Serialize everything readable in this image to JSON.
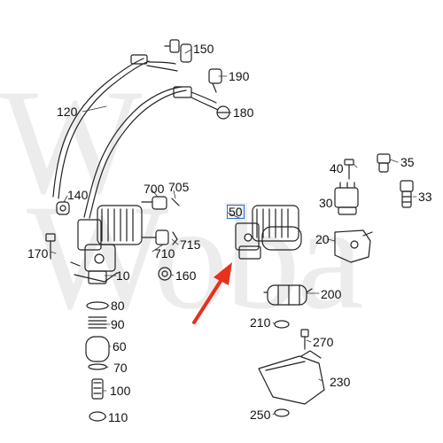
{
  "watermark": {
    "line1": "W",
    "line2": "Woba"
  },
  "highlight_color": "#2a6fd6",
  "arrow_color": "#e8301c",
  "labels": {
    "p150": "150",
    "p190": "190",
    "p180": "180",
    "p120": "120",
    "p40": "40",
    "p35": "35",
    "p30": "30",
    "p33": "33",
    "p140": "140",
    "p700": "700",
    "p705": "705",
    "p50": "50",
    "p715": "715",
    "p170": "170",
    "p710": "710",
    "p20": "20",
    "p10": "10",
    "p160": "160",
    "p200": "200",
    "p80": "80",
    "p210": "210",
    "p90": "90",
    "p270": "270",
    "p60": "60",
    "p70": "70",
    "p230": "230",
    "p100": "100",
    "p250": "250",
    "p110": "110"
  }
}
